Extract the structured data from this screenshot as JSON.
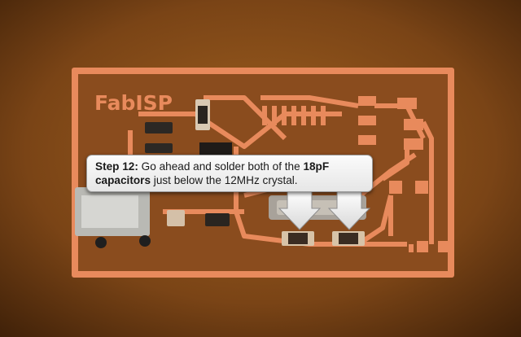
{
  "board": {
    "silkscreen_label": "FabISP"
  },
  "callout": {
    "step_label": "Step 12:",
    "text_part1": " Go ahead and solder both of the ",
    "highlight_1": "18pF",
    "highlight_2": "capacitors",
    "text_part2": " just below the 12MHz crystal."
  },
  "colors": {
    "background": "#6a3a14",
    "copper": "#e88a5c",
    "substrate": "#8a4c1e",
    "arrow": "#f2f2f2"
  },
  "icons": [
    "down-arrow-icon",
    "down-arrow-icon"
  ]
}
